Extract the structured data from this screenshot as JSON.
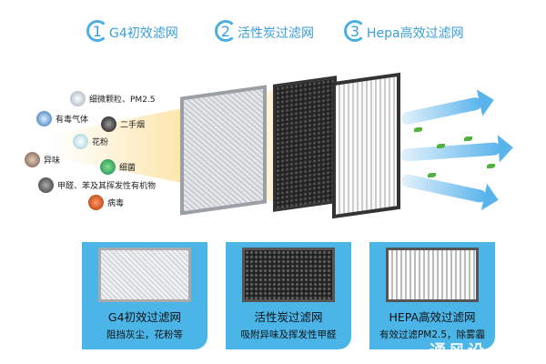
{
  "steps": [
    {
      "num": "1",
      "label": "G4初效滤网"
    },
    {
      "num": "2",
      "label": "活性炭过滤网"
    },
    {
      "num": "3",
      "label": "Hepa高效过滤网"
    }
  ],
  "pollutants": [
    "细微颗粒、PM2.5",
    "有毒气体",
    "二手烟",
    "花粉",
    "异味",
    "细菌",
    "甲醛、苯及其挥发性有机物",
    "病毒"
  ],
  "cards": [
    {
      "title": "G4初效过滤网",
      "desc": "阻挡灰尘，花粉等"
    },
    {
      "title": "活性炭过滤网",
      "desc": "吸附异味及挥发性甲醛"
    },
    {
      "title": "HEPA高效过滤网",
      "desc": "有效过滤PM2.5，除雾霾"
    }
  ],
  "watermark": "通风设",
  "colors": {
    "accent": "#4bb5e8",
    "title": "#3a9ed8"
  }
}
